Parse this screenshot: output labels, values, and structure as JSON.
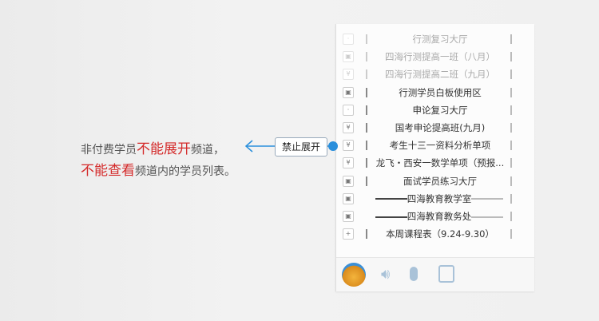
{
  "note": {
    "line1_pre": "非付费学员",
    "line1_red": "不能展开",
    "line1_post": "频道，",
    "line2_red": "不能查看",
    "line2_post": "频道内的学员列表。"
  },
  "tooltip": "禁止展开",
  "channels": [
    {
      "icon": "dot",
      "label": "行测复习大厅",
      "faded": true
    },
    {
      "icon": "lock",
      "label": "四海行测提高一班（八月）",
      "faded": true
    },
    {
      "icon": "yen",
      "label": "四海行测提高二班（九月）",
      "faded": true
    },
    {
      "icon": "lock",
      "label": "行测学员白板使用区"
    },
    {
      "icon": "dot",
      "label": "申论复习大厅"
    },
    {
      "icon": "yen",
      "label": "国考申论提高班(九月)"
    },
    {
      "icon": "yen",
      "label": "考生十三一资料分析单项"
    },
    {
      "icon": "yen",
      "label": "龙飞・西安一数学单项（预报..."
    },
    {
      "icon": "lock",
      "label": "面试学员练习大厅"
    },
    {
      "icon": "lock",
      "label": "四海教育教学室",
      "dash": true
    },
    {
      "icon": "lock",
      "label": "四海教育教务处",
      "dash": true
    },
    {
      "icon": "plus",
      "label": "本周课程表（9.24-9.30）"
    }
  ],
  "colors": {
    "accent": "#2a8fdc",
    "red": "#d42a2a"
  }
}
